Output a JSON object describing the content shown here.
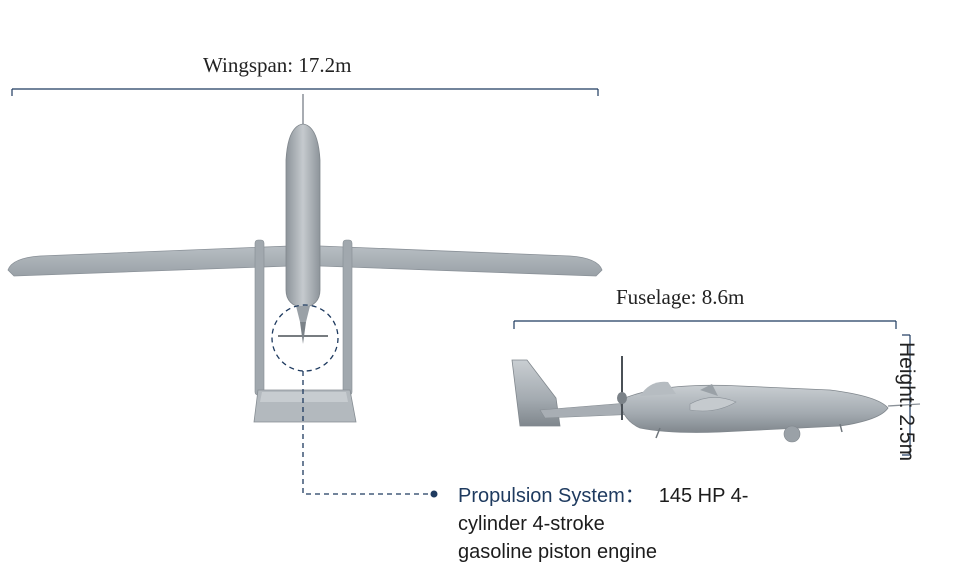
{
  "dimensions": {
    "wingspan": "Wingspan: 17.2m",
    "fuselage": "Fuselage: 8.6m",
    "height": "Height: 2.5m"
  },
  "propulsion": {
    "label": "Propulsion System：",
    "value_line1": "145 HP 4-",
    "value_line2": "cylinder 4-stroke",
    "value_line3": "gasoline piston engine"
  },
  "colors": {
    "dimension_line": "#1e3a5f",
    "aircraft_body": "#a9b0b6",
    "aircraft_shade": "#8a9198",
    "aircraft_light": "#c8cdd1"
  }
}
